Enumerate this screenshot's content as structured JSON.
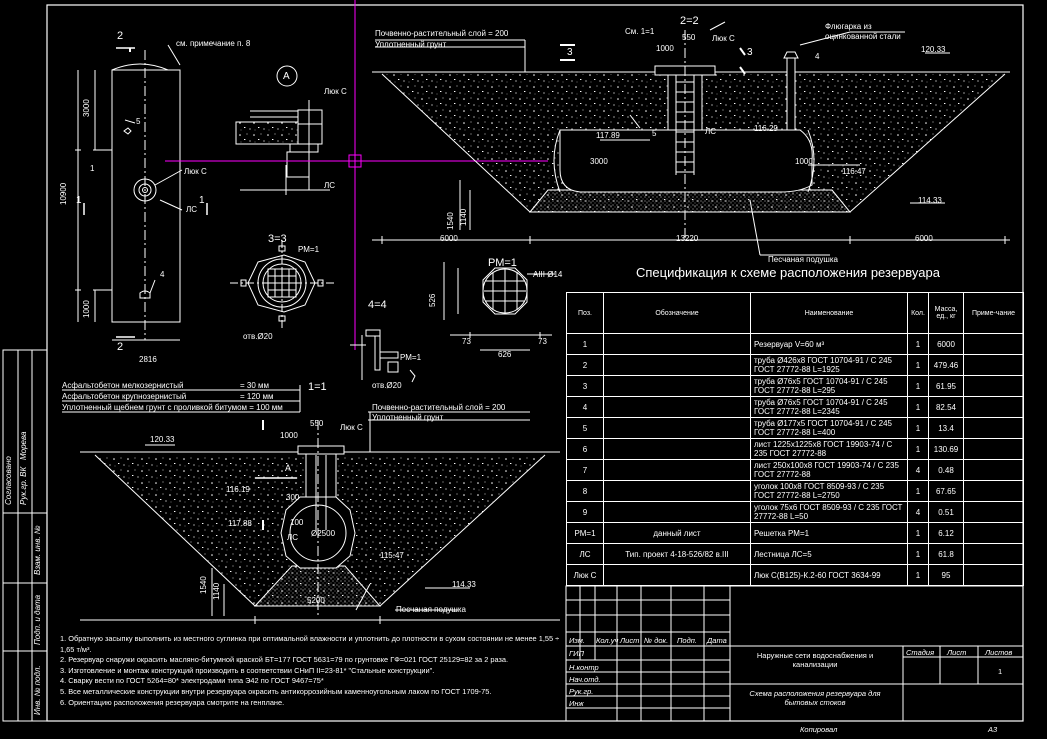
{
  "callouts": {
    "note_ref": "см. примечание п. 8",
    "hatch_c": "Люк С",
    "ls": "ЛС",
    "soil_top": "Почвенно-растительный слой = 200",
    "compacted": "Уплотненный грунт",
    "flugarka1": "Флюгарка из",
    "flugarka2": "оцинкованной стали",
    "sand": "Песчаная подушка",
    "section_11": "1=1",
    "section_22": "2=2",
    "section_33": "3=3",
    "section_44": "4=4",
    "node_a": "А",
    "rm1": "РМ=1",
    "rebar": "АIII Ø14",
    "hole20": "отв.Ø20",
    "cm11": "См. 1=1",
    "d2500": "Ø2500"
  },
  "layers": {
    "l1": "Асфальтобетон мелкозернистый",
    "v1": "= 30 мм",
    "l2": "Асфальтобетон крупнозернистый",
    "v2": "= 120 мм",
    "l3": "Уплотненный щебнем грунт с проливкой битумом = 100 мм"
  },
  "dims": {
    "d2816": "2816",
    "d10900": "10900",
    "d3000": "3000",
    "d1000": "1000",
    "d6000a": "6000",
    "d13220": "13220",
    "d6000b": "6000",
    "d550": "550",
    "d300": "300",
    "d12033": "120.33",
    "d11789": "117.89",
    "d11629": "116.29",
    "d11647": "116.47",
    "d11433": "114.33",
    "d1540": "1540",
    "d1140": "1140",
    "d5200": "5200",
    "d11619": "116.19",
    "d11788": "117.88",
    "d11547": "115.47",
    "d626": "626",
    "d526": "526",
    "d73": "73",
    "d100": "100"
  },
  "spec": {
    "title": "Спецификация к схеме расположения резервуара",
    "headers": [
      "Поз.",
      "Обозначение",
      "Наименование",
      "Кол.",
      "Масса, ед., кг",
      "Приме-чание"
    ],
    "rows": [
      {
        "pos": "1",
        "code": "",
        "name": "Резервуар V=60 м³",
        "qty": "1",
        "mass": "6000"
      },
      {
        "pos": "2",
        "code": "",
        "name": "труба Ø426x8 ГОСТ 10704-91 / С 245 ГОСТ 27772-88   L=1925",
        "qty": "1",
        "mass": "479.46"
      },
      {
        "pos": "3",
        "code": "",
        "name": "труба Ø76x5 ГОСТ 10704-91 / С 245 ГОСТ 27772-88   L=295",
        "qty": "1",
        "mass": "61.95"
      },
      {
        "pos": "4",
        "code": "",
        "name": "труба Ø76x5 ГОСТ 10704-91 / С 245 ГОСТ 27772-88   L=2345",
        "qty": "1",
        "mass": "82.54"
      },
      {
        "pos": "5",
        "code": "",
        "name": "труба Ø177x5 ГОСТ 10704-91 / С 245 ГОСТ 27772-88   L=400",
        "qty": "1",
        "mass": "13.4"
      },
      {
        "pos": "6",
        "code": "",
        "name": "лист 1225x1225x8 ГОСТ 19903-74 / С 235 ГОСТ 27772-88",
        "qty": "1",
        "mass": "130.69"
      },
      {
        "pos": "7",
        "code": "",
        "name": "лист 250x100x8 ГОСТ 19903-74 / С 235 ГОСТ 27772-88",
        "qty": "4",
        "mass": "0.48"
      },
      {
        "pos": "8",
        "code": "",
        "name": "уголок 100x8 ГОСТ 8509-93 / С 235 ГОСТ 27772-88   L=2750",
        "qty": "1",
        "mass": "67.65"
      },
      {
        "pos": "9",
        "code": "",
        "name": "уголок 75x6 ГОСТ 8509-93 / С 235 ГОСТ 27772-88   L=50",
        "qty": "4",
        "mass": "0.51"
      },
      {
        "pos": "РМ=1",
        "code": "данный  лист",
        "name": "Решетка РМ=1",
        "qty": "1",
        "mass": "6.12"
      },
      {
        "pos": "ЛС",
        "code": "Тип. проект 4-18-526/82 в.III",
        "name": "Лестница ЛС=5",
        "qty": "1",
        "mass": "61.8"
      },
      {
        "pos": "Люк С",
        "code": "",
        "name": "Люк С(В125)-К.2-60  ГОСТ 3634-99",
        "qty": "1",
        "mass": "95"
      }
    ]
  },
  "notes": [
    "1. Обратную засыпку выполнить из местного суглинка при оптимальной влажности и уплотнить до плотности в сухом состоянии не менее 1,55 ÷ 1,65 т/м³.",
    "2. Резервуар снаружи окрасить масляно-битумной краской БТ=177 ГОСТ 5631=79 по грунтовке ГФ=021 ГОСТ 25129=82 за 2 раза.",
    "3. Изготовление и монтаж конструкций производить в соответствии СНиП II=23-81* \"Стальные конструкции\".",
    "4. Сварку вести по ГОСТ 5264=80* электродами типа Э42 по ГОСТ 9467=75*",
    "5. Все металлические конструкции внутри резервуара окрасить антикоррозийным каменноугольным лаком по ГОСТ 1709-75.",
    "6. Ориентацию расположения резервуара смотрите на генплане."
  ],
  "stamp": {
    "cols": [
      "Изм.",
      "Кол.уч",
      "Лист",
      "№ док.",
      "Подп.",
      "Дата"
    ],
    "roles": [
      "ГИП",
      "Н.контр",
      "Нач.отд.",
      "Рук.гр.",
      "Инж"
    ],
    "project": "Наружные сети водоснабжения и канализации",
    "drawing": "Схема расположения резервуара для бытовых стоков",
    "stage": "Стадия",
    "sheet": "Лист",
    "sheets": "Листов",
    "sheets_val": "1",
    "copied": "Копировал",
    "format": "А3"
  },
  "side_stamp": {
    "agreed": "Согласовано",
    "rukgr": "Рук.гр. ВК",
    "name": "Морева",
    "inv_repl": "Взам. инв. №",
    "sign_date": "Подп. и дата",
    "inv_orig": "Инв. № подл."
  },
  "colors": {
    "background": "#000000",
    "lines": "#ffffff",
    "crosshair": "#ff00ff"
  }
}
